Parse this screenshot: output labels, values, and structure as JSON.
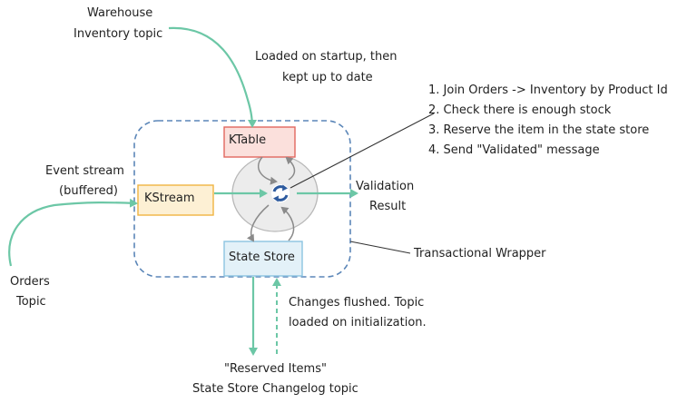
{
  "labels": {
    "warehouse_line1": "Warehouse",
    "warehouse_line2": "Inventory topic",
    "loaded_line1": "Loaded on startup, then",
    "loaded_line2": "kept up to date",
    "event_line1": "Event stream",
    "event_line2": "(buffered)",
    "orders_line1": "Orders",
    "orders_line2": "Topic",
    "validation_line1": "Validation",
    "validation_line2": "Result",
    "transactional_wrapper": "Transactional Wrapper",
    "changes_line1": "Changes flushed. Topic",
    "changes_line2": "loaded on initialization.",
    "reserved_line1": "\"Reserved Items\"",
    "reserved_line2": "State Store Changelog topic"
  },
  "boxes": {
    "ktable": "KTable",
    "kstream": "KStream",
    "state_store": "State Store"
  },
  "steps": [
    "1. Join Orders -> Inventory by Product Id",
    "2. Check there is enough stock",
    "3. Reserve the item in the state store",
    "4. Send \"Validated\" message"
  ],
  "colors": {
    "arrow_green": "#6cc7a6",
    "wrapper_blue": "#5b86b8",
    "ktable_fill": "#fbe0dc",
    "ktable_border": "#e2675f",
    "kstream_fill": "#fdf0d4",
    "kstream_border": "#f0b441",
    "statestore_fill": "#e3f1f8",
    "statestore_border": "#8cc4e2",
    "processor_fill": "#ececec",
    "processor_icon": "#2d5a9e"
  }
}
